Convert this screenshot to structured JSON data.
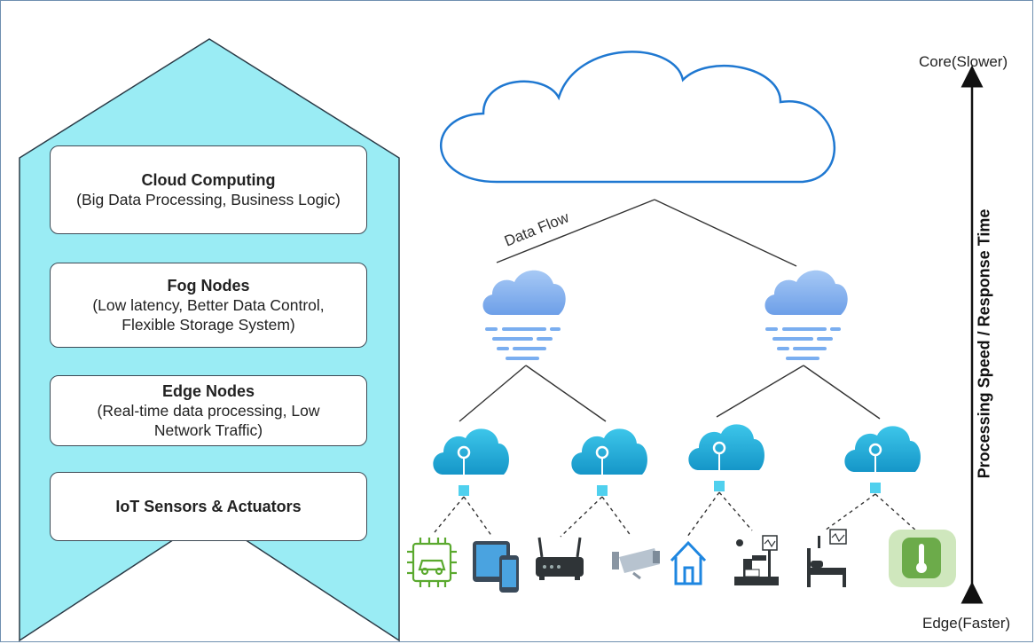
{
  "layers": [
    {
      "title": "Cloud Computing",
      "desc": [
        "(Big Data Processing, Business Logic)"
      ]
    },
    {
      "title": "Fog Nodes",
      "desc": [
        "(Low latency, Better Data Control,",
        "Flexible Storage System)"
      ]
    },
    {
      "title": "Edge Nodes",
      "desc": [
        "(Real-time data processing, Low",
        "Network Traffic)"
      ]
    },
    {
      "title": "IoT Sensors & Actuators",
      "desc": []
    }
  ],
  "data_flow_label": "Data Flow",
  "axis": {
    "label": "Processing Speed / Response Time",
    "top_label": "Core(Slower)",
    "bottom_label": "Edge(Faster)"
  },
  "devices": [
    "chip-car-icon",
    "tablet-phone-icon",
    "router-icon",
    "cctv-camera-icon",
    "smart-home-icon",
    "industrial-robot-icon",
    "hospital-bed-icon",
    "thermometer-sensor-icon"
  ],
  "colors": {
    "arrow_fill": "#9aecf4",
    "cloud_stroke": "#1f78d1",
    "fog_cloud": "#7aaef0",
    "edge_node": "#23b4dc",
    "connector": "#4fd0ee"
  }
}
